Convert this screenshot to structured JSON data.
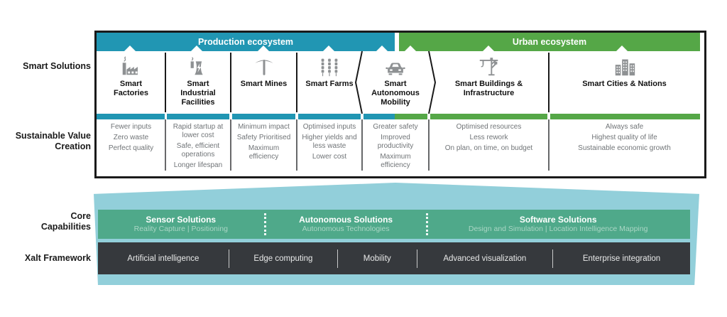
{
  "colors": {
    "production_teal": "#2196B3",
    "urban_green": "#55A747",
    "panel_aqua": "#92CFDA",
    "capabilities_green": "#4FA98A",
    "framework_dark": "#36393D"
  },
  "row_labels": {
    "smart_solutions": "Smart Solutions",
    "sustainable_value_creation": "Sustainable Value Creation",
    "core_capabilities": "Core Capabilities",
    "xalt_framework": "Xalt Framework"
  },
  "ecosystems": {
    "production": {
      "label": "Production ecosystem"
    },
    "urban": {
      "label": "Urban ecosystem"
    }
  },
  "solutions": {
    "columns": [
      {
        "title": "Smart Factories",
        "icon": "factory-icon",
        "ecosystem": "production",
        "values": [
          "Fewer inputs",
          "Zero waste",
          "Perfect quality"
        ]
      },
      {
        "title": "Smart Industrial Facilities",
        "icon": "power-plant-icon",
        "ecosystem": "production",
        "values": [
          "Rapid startup at lower cost",
          "Safe, efficient operations",
          "Longer lifespan"
        ]
      },
      {
        "title": "Smart Mines",
        "icon": "pickaxe-icon",
        "ecosystem": "production",
        "values": [
          "Minimum impact",
          "Safety Prioritised",
          "Maximum efficiency"
        ]
      },
      {
        "title": "Smart Farms",
        "icon": "wheat-icon",
        "ecosystem": "production",
        "values": [
          "Optimised inputs",
          "Higher yields and less waste",
          "Lower cost"
        ]
      },
      {
        "title": "Smart Autonomous Mobility",
        "icon": "car-icon",
        "ecosystem": "production + urban",
        "values": [
          "Greater safety",
          "Improved productivity",
          "Maximum efficiency"
        ]
      },
      {
        "title": "Smart Buildings & Infrastructure",
        "icon": "crane-icon",
        "ecosystem": "urban",
        "values": [
          "Optimised resources",
          "Less rework",
          "On plan, on time, on budget"
        ]
      },
      {
        "title": "Smart Cities & Nations",
        "icon": "city-icon",
        "ecosystem": "urban",
        "values": [
          "Always safe",
          "Highest quality of life",
          "Sustainable economic growth"
        ]
      }
    ]
  },
  "core_capabilities": {
    "sections": [
      {
        "title": "Sensor Solutions",
        "subtitle": "Reality Capture | Positioning"
      },
      {
        "title": "Autonomous Solutions",
        "subtitle": "Autonomous Technologies"
      },
      {
        "title": "Software Solutions",
        "subtitle": "Design and Simulation | Location Intelligence Mapping"
      }
    ]
  },
  "xalt_framework": {
    "items": [
      "Artificial intelligence",
      "Edge computing",
      "Mobility",
      "Advanced visualization",
      "Enterprise integration"
    ]
  }
}
